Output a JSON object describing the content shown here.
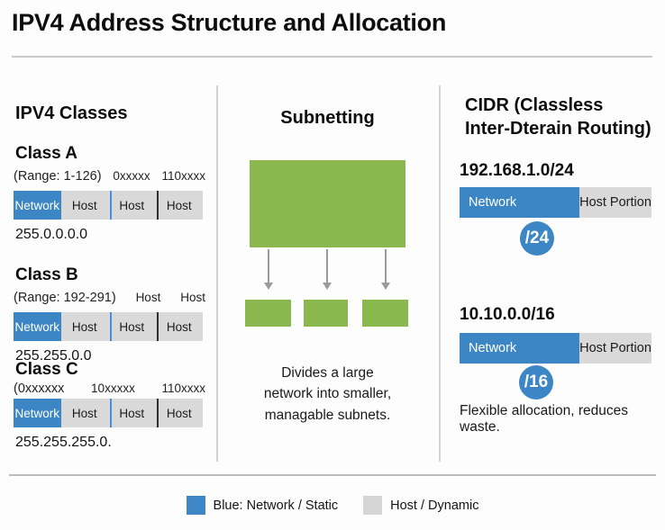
{
  "title": "IPV4 Address Structure and Allocation",
  "colors": {
    "network_blue": "#3d86c6",
    "host_gray": "#d9d9d9",
    "subnet_green": "#8bb84e",
    "arrow_gray": "#9a9a9a"
  },
  "classes_panel": {
    "heading": "IPV4 Classes",
    "classes": [
      {
        "name": "Class A",
        "sub_labels": [
          "(Range: 1-126)",
          "0xxxxx",
          "110xxxx"
        ],
        "segments": [
          "Network",
          "Host",
          "Host",
          "Host"
        ],
        "mask": "255.0.0.0.0"
      },
      {
        "name": "Class B",
        "sub_labels": [
          "(Range: 192-291)",
          "Host",
          "Host"
        ],
        "segments": [
          "Network",
          "Host",
          "Host",
          "Host"
        ],
        "mask": "255.255.0.0"
      },
      {
        "name": "Class C",
        "sub_labels": [
          "(0xxxxxx",
          "10xxxxx",
          "110xxxx"
        ],
        "segments": [
          "Network",
          "Host",
          "Host",
          "Host"
        ],
        "mask": "255.255.255.0."
      }
    ]
  },
  "subnetting_panel": {
    "heading": "Subnetting",
    "description": "Divides a large\nnetwork into smaller,\nmanagable subnets."
  },
  "cidr_panel": {
    "heading_line1": "CIDR (Classless",
    "heading_line2": "Inter-Dterain Routing)",
    "examples": [
      {
        "address": "192.168.1.0/24",
        "network_label": "Network",
        "host_label": "Host Portion",
        "badge": "/24"
      },
      {
        "address": "10.10.0.0/16",
        "network_label": "Network",
        "host_label": "Host Portion",
        "badge": "/16",
        "note": "Flexible allocation, reduces waste."
      }
    ]
  },
  "legend": {
    "items": [
      {
        "swatch": "blue",
        "label": "Blue: Network / Static"
      },
      {
        "swatch": "gray",
        "label": "Host / Dynamic"
      }
    ]
  }
}
